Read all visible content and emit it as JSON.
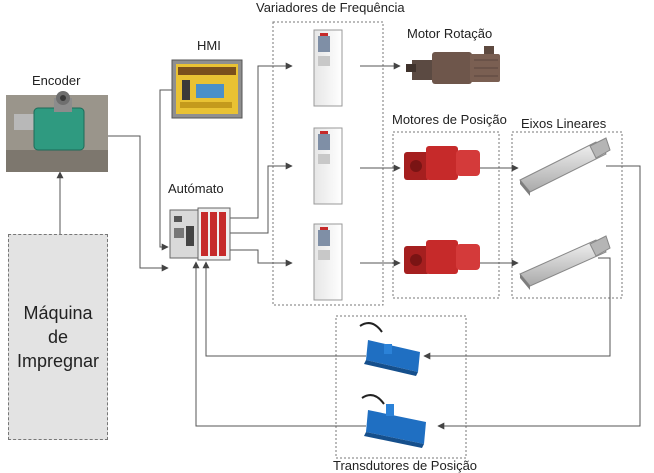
{
  "labels": {
    "variadores": "Variadores de Frequência",
    "motor_rotacao": "Motor Rotação",
    "hmi": "HMI",
    "encoder": "Encoder",
    "motores_posicao": "Motores de Posição",
    "eixos_lineares": "Eixos Lineares",
    "automato": "Autómato",
    "maquina": "Máquina de Impregnar",
    "transdutores": "Transdutores de Posição"
  },
  "colors": {
    "motor_red": "#c62a2a",
    "sensor_blue": "#1f6fc2",
    "encoder_green": "#2f9a80",
    "machine_fill": "#e3e3e3",
    "hmi_yellow": "#e9c233",
    "line": "#555555"
  },
  "icons": {
    "encoder": "encoder-icon",
    "hmi": "hmi-panel-icon",
    "plc": "plc-icon",
    "vfd": "frequency-drive-icon",
    "motor_rotation": "gear-motor-icon",
    "motor_position": "red-gear-motor-icon",
    "linear_axis": "linear-axis-icon",
    "transducer": "position-sensor-icon"
  }
}
